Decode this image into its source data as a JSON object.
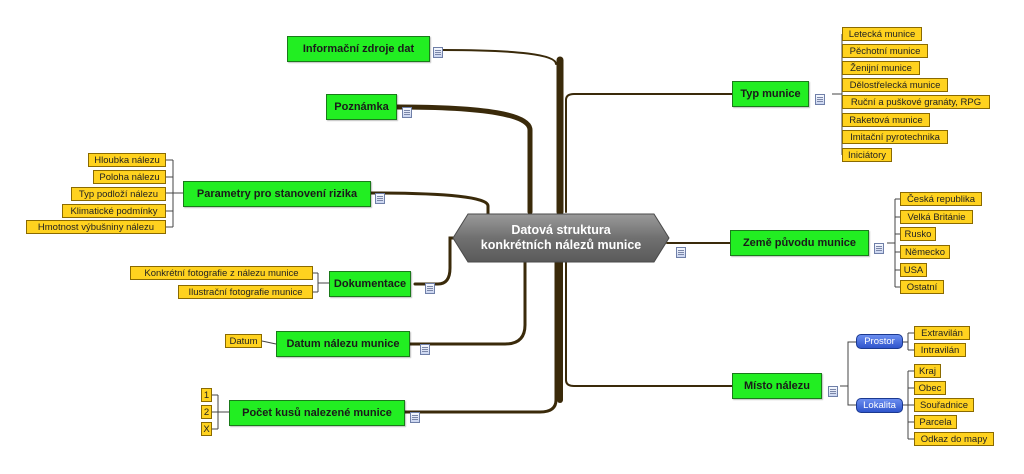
{
  "center": {
    "line1": "Datová struktura",
    "line2": "konkrétních nálezů munice"
  },
  "branches": {
    "informacni_zdroje": "Informační zdroje dat",
    "poznamka": "Poznámka",
    "parametry": "Parametry pro stanovení rizika",
    "dokumentace": "Dokumentace",
    "datum_nalezu": "Datum nálezu munice",
    "pocet_kusu": "Počet kusů nalezené munice",
    "typ_munice": "Typ munice",
    "zeme_puvodu": "Země původu munice",
    "misto_nalezu": "Místo nálezu"
  },
  "parametry_leaves": [
    "Hloubka nálezu",
    "Poloha nálezu",
    "Typ podloží nálezu",
    "Klimatické podmínky",
    "Hmotnost výbušniny nálezu"
  ],
  "dokumentace_leaves": [
    "Konkrétní fotografie z nálezu munice",
    "Ilustrační fotografie munice"
  ],
  "datum_leaves": [
    "Datum"
  ],
  "pocet_leaves": [
    "1",
    "2",
    "X"
  ],
  "typ_leaves": [
    "Letecká munice",
    "Pěchotní munice",
    "Ženijní munice",
    "Dělostřelecká munice",
    "Ruční a puškové granáty, RPG",
    "Raketová munice",
    "Imitační pyrotechnika",
    "Iniciátory"
  ],
  "zeme_leaves": [
    "Česká republika",
    "Velká Británie",
    "Rusko",
    "Německo",
    "USA",
    "Ostatní"
  ],
  "misto": {
    "prostor": "Prostor",
    "prostor_leaves": [
      "Extravilán",
      "Intravilán"
    ],
    "lokalita": "Lokalita",
    "lokalita_leaves": [
      "Kraj",
      "Obec",
      "Souřadnice",
      "Parcela",
      "Odkaz do mapy"
    ]
  },
  "colors": {
    "branch": "#22ee22",
    "leaf": "#ffd21f",
    "subnode": "#2f55cc",
    "center": "#7a7a7a",
    "connector": "#3a2a0a"
  }
}
